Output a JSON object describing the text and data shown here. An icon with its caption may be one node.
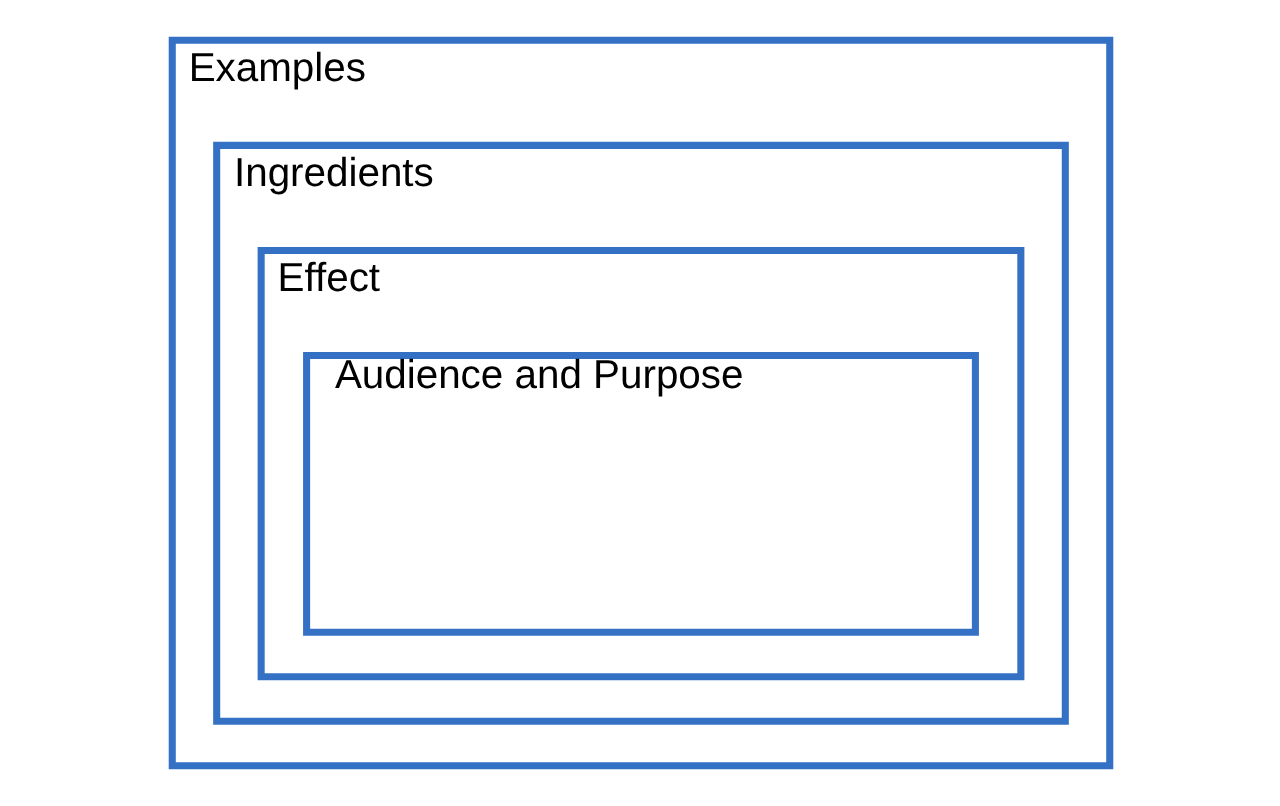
{
  "diagram": {
    "nodes": [
      {
        "text": [
          "Examples"
        ]
      },
      {
        "text": [
          "Ingredients"
        ],
        "in": 0
      },
      {
        "text": [
          "Effect"
        ],
        "in": 1
      },
      {
        "text": [
          "Audience and Purpose"
        ],
        "in": 2
      }
    ]
  }
}
